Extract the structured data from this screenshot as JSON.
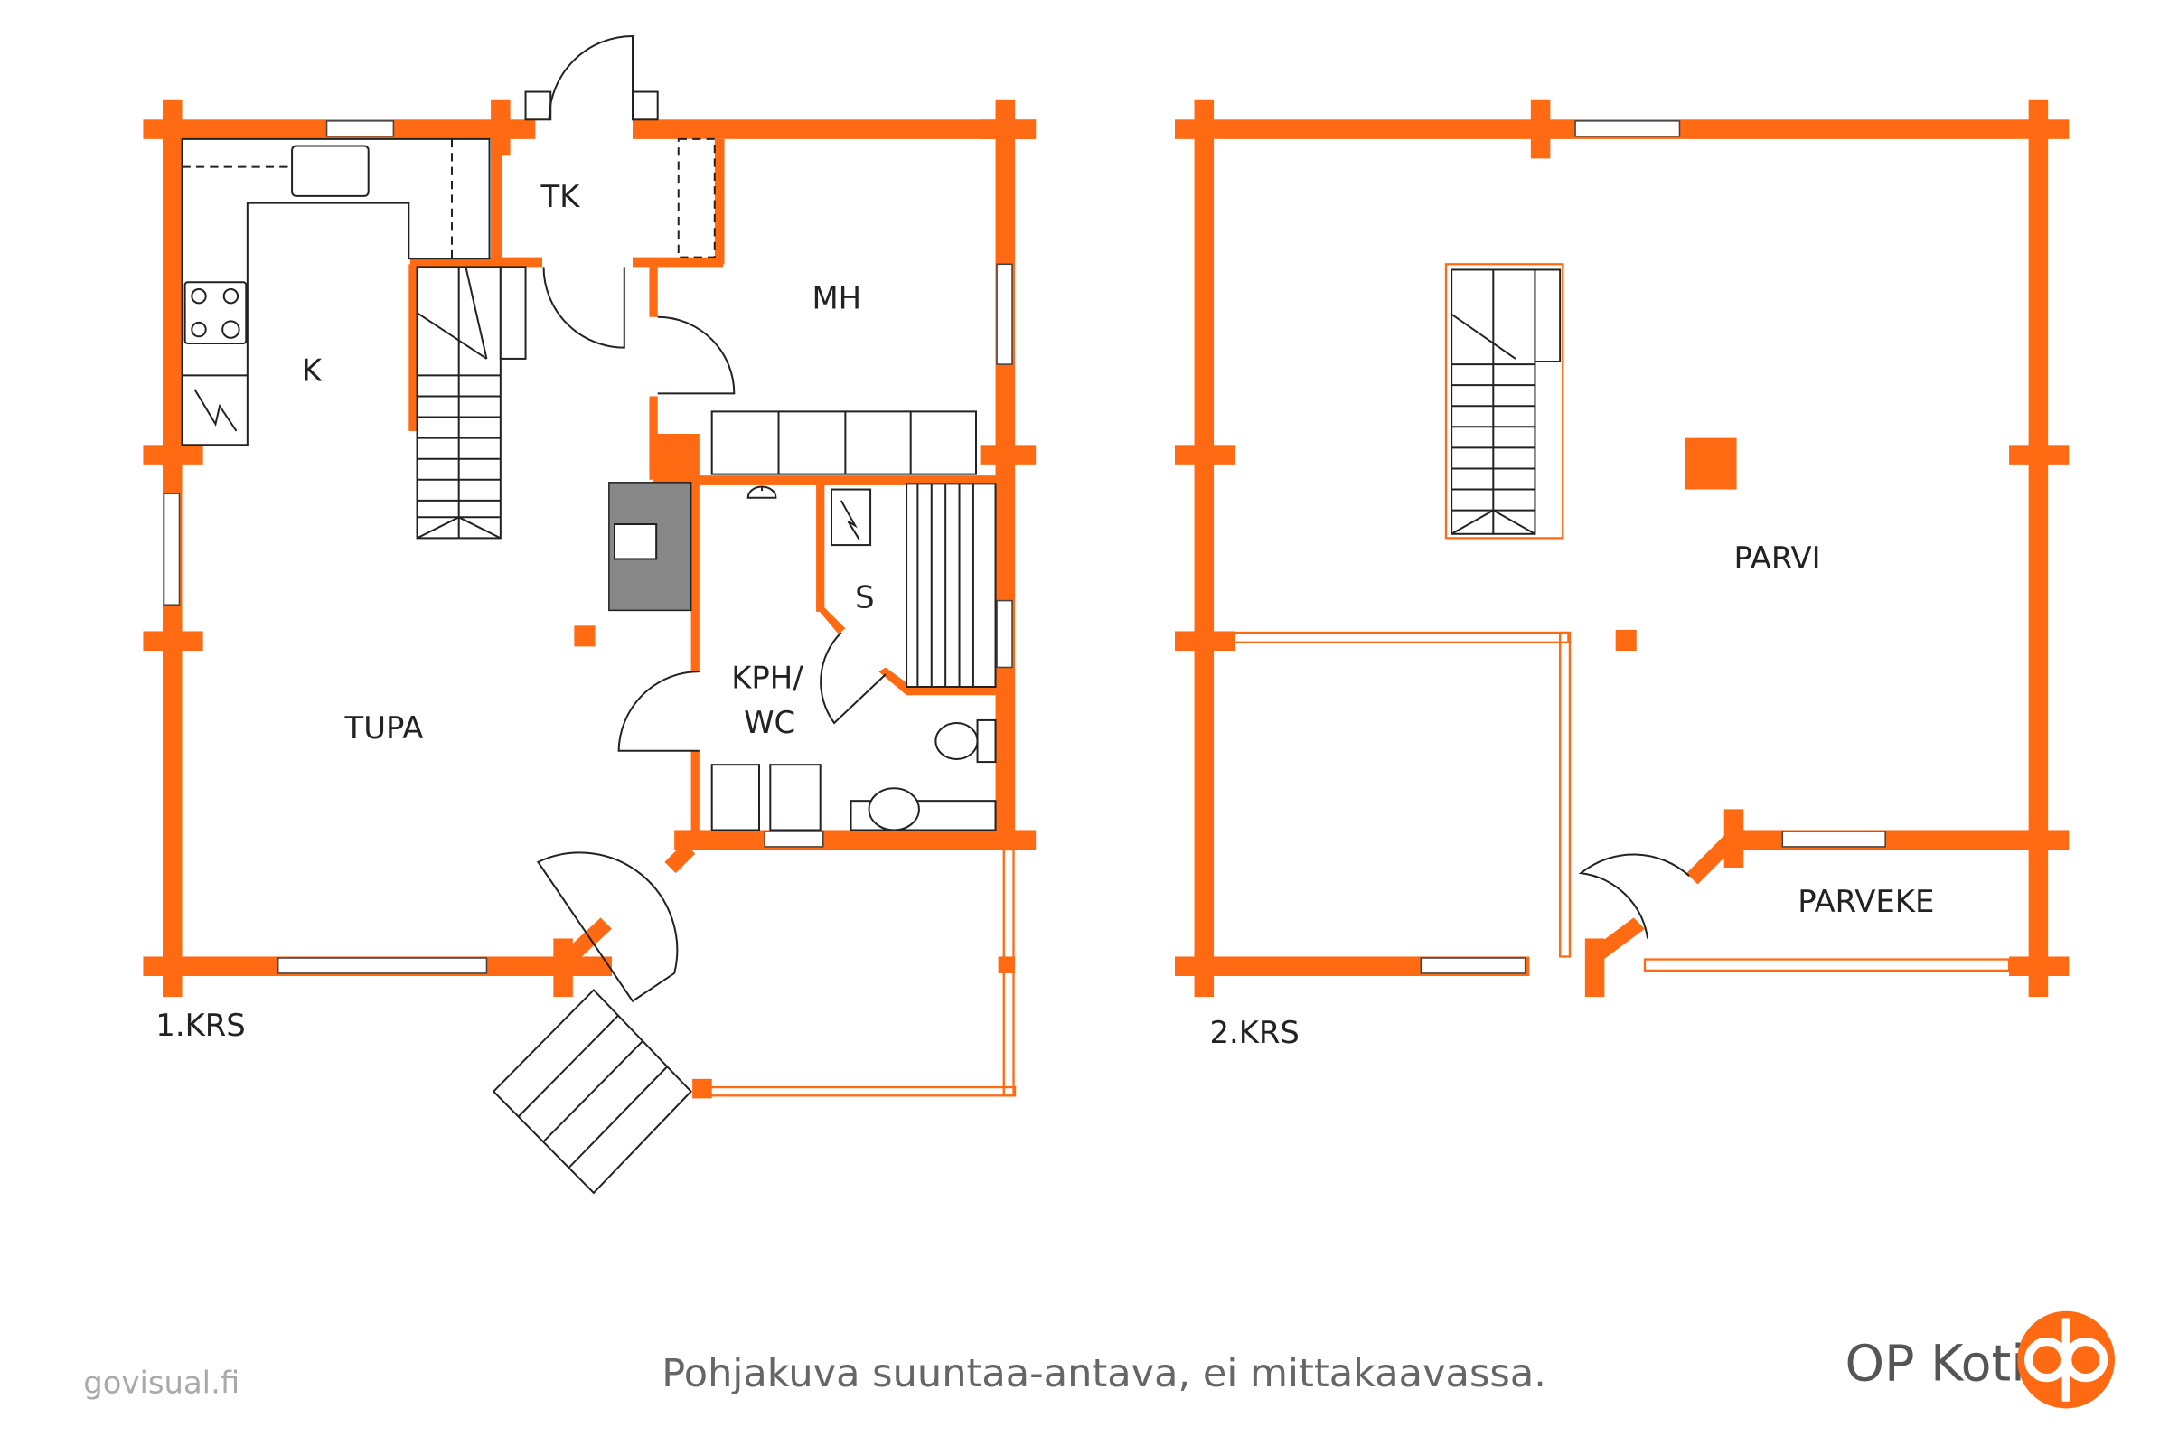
{
  "floor1": {
    "label": "1.KRS",
    "rooms": {
      "k": "K",
      "tk": "TK",
      "mh": "MH",
      "tupa": "TUPA",
      "s": "S",
      "kph_line1": "KPH/",
      "kph_line2": "WC"
    }
  },
  "floor2": {
    "label": "2.KRS",
    "rooms": {
      "parvi": "PARVI",
      "parveke": "PARVEKE"
    }
  },
  "footer": {
    "credit": "govisual.fi",
    "disclaimer": "Pohjakuva suuntaa-antava, ei mittakaavassa.",
    "brand": "OP Koti"
  },
  "colors": {
    "wall": "#FF6A13",
    "text": "#222222"
  }
}
